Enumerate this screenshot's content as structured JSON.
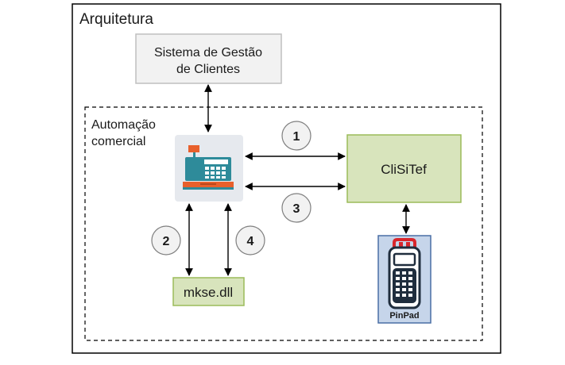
{
  "frame": {
    "title": "Arquitetura"
  },
  "sgc": {
    "line1": "Sistema de Gestão",
    "line2": "de Clientes"
  },
  "automacao": {
    "line1": "Automação",
    "line2": "comercial"
  },
  "register": {
    "icon": "cash-register-icon"
  },
  "clisitef": {
    "label": "CliSiTef"
  },
  "mkse": {
    "label": "mkse.dll"
  },
  "pinpad": {
    "label": "PinPad",
    "icon": "pinpad-device-icon"
  },
  "steps": [
    "1",
    "2",
    "3",
    "4"
  ],
  "colors": {
    "green_fill": "#d8e4bc",
    "green_border": "#9bbb59",
    "gray_fill": "#f2f2f2",
    "gray_border": "#bfbfbf",
    "register_bg": "#e6e9ee",
    "teal": "#2e8b9a",
    "orange": "#e8602c",
    "pinpad_bg": "#c6d5ea",
    "pinpad_border": "#4a6fa5"
  }
}
